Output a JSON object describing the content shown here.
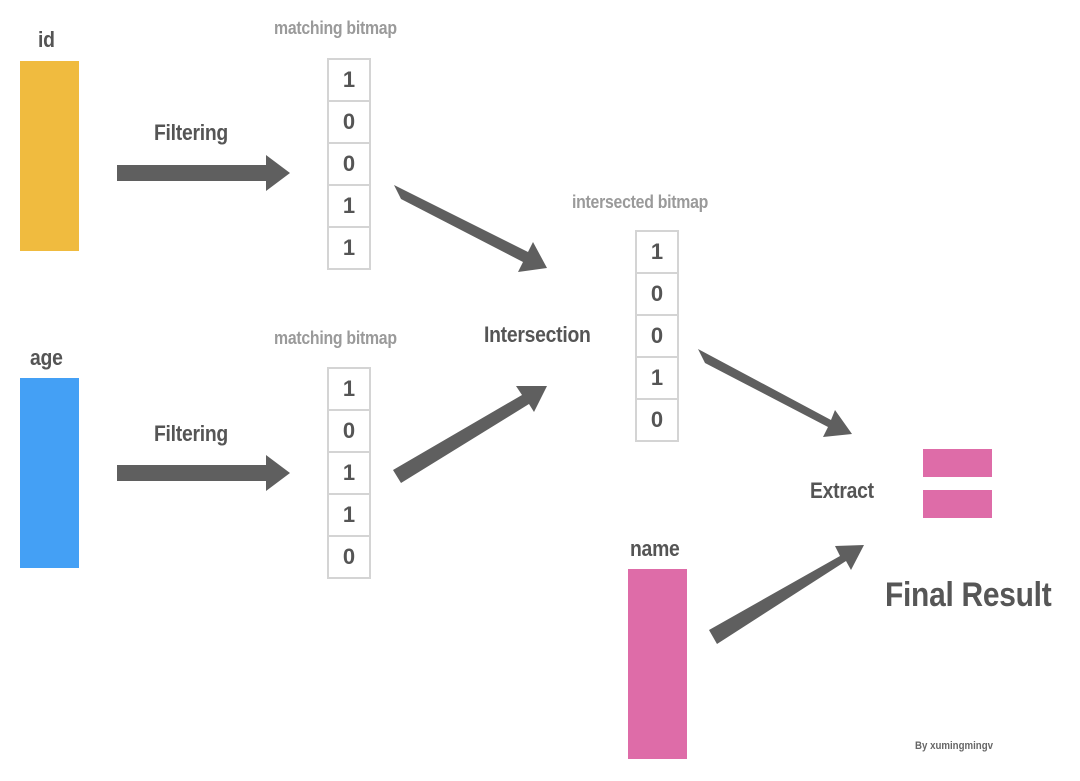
{
  "columns": {
    "id": {
      "label": "id",
      "color": "#f0bb3f"
    },
    "age": {
      "label": "age",
      "color": "#44a0f5"
    },
    "name": {
      "label": "name",
      "color": "#de6ca8"
    }
  },
  "bitmaps": {
    "matching_title": "matching bitmap",
    "intersected_title": "intersected bitmap",
    "id_bits": [
      "1",
      "0",
      "0",
      "1",
      "1"
    ],
    "age_bits": [
      "1",
      "0",
      "1",
      "1",
      "0"
    ],
    "intersected_bits": [
      "1",
      "0",
      "0",
      "1",
      "0"
    ]
  },
  "actions": {
    "filter_label": "Filtering",
    "intersection_label": "Intersection",
    "extract_label": "Extract"
  },
  "result": {
    "label": "Final Result",
    "color": "#de6ca8"
  },
  "credit": "By xumingmingv",
  "colors": {
    "arrow": "#5f5f5f",
    "text": "#555555",
    "subtle_text": "#9a9a9a",
    "cell_border": "#d4d4d4"
  }
}
